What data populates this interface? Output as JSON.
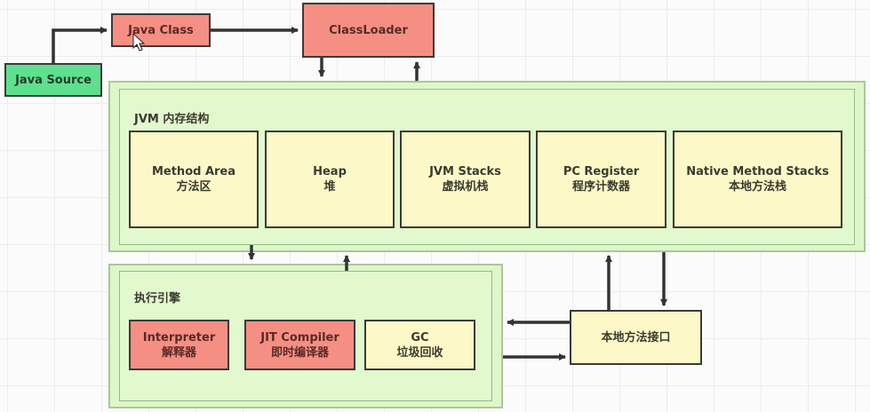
{
  "nodes": {
    "java_source": "Java Source",
    "java_class": "Java Class",
    "class_loader": "ClassLoader",
    "native_interface": "本地方法接口"
  },
  "jvm_memory": {
    "title": "JVM 内存结构",
    "areas": [
      {
        "en": "Method Area",
        "zh": "方法区"
      },
      {
        "en": "Heap",
        "zh": "堆"
      },
      {
        "en": "JVM Stacks",
        "zh": "虚拟机栈"
      },
      {
        "en": "PC Register",
        "zh": "程序计数器"
      },
      {
        "en": "Native Method Stacks",
        "zh": "本地方法栈"
      }
    ]
  },
  "execution_engine": {
    "title": "执行引擎",
    "components": [
      {
        "en": "Interpreter",
        "zh": "解释器"
      },
      {
        "en": "JIT Compiler",
        "zh": "即时编译器"
      },
      {
        "en": "GC",
        "zh": "垃圾回收"
      }
    ]
  },
  "colors": {
    "source": "#5ee08e",
    "class_nodes": "#f58f84",
    "memory_areas": "#fdf8c8",
    "containers": "#def7c8",
    "arrows": "#333333"
  }
}
